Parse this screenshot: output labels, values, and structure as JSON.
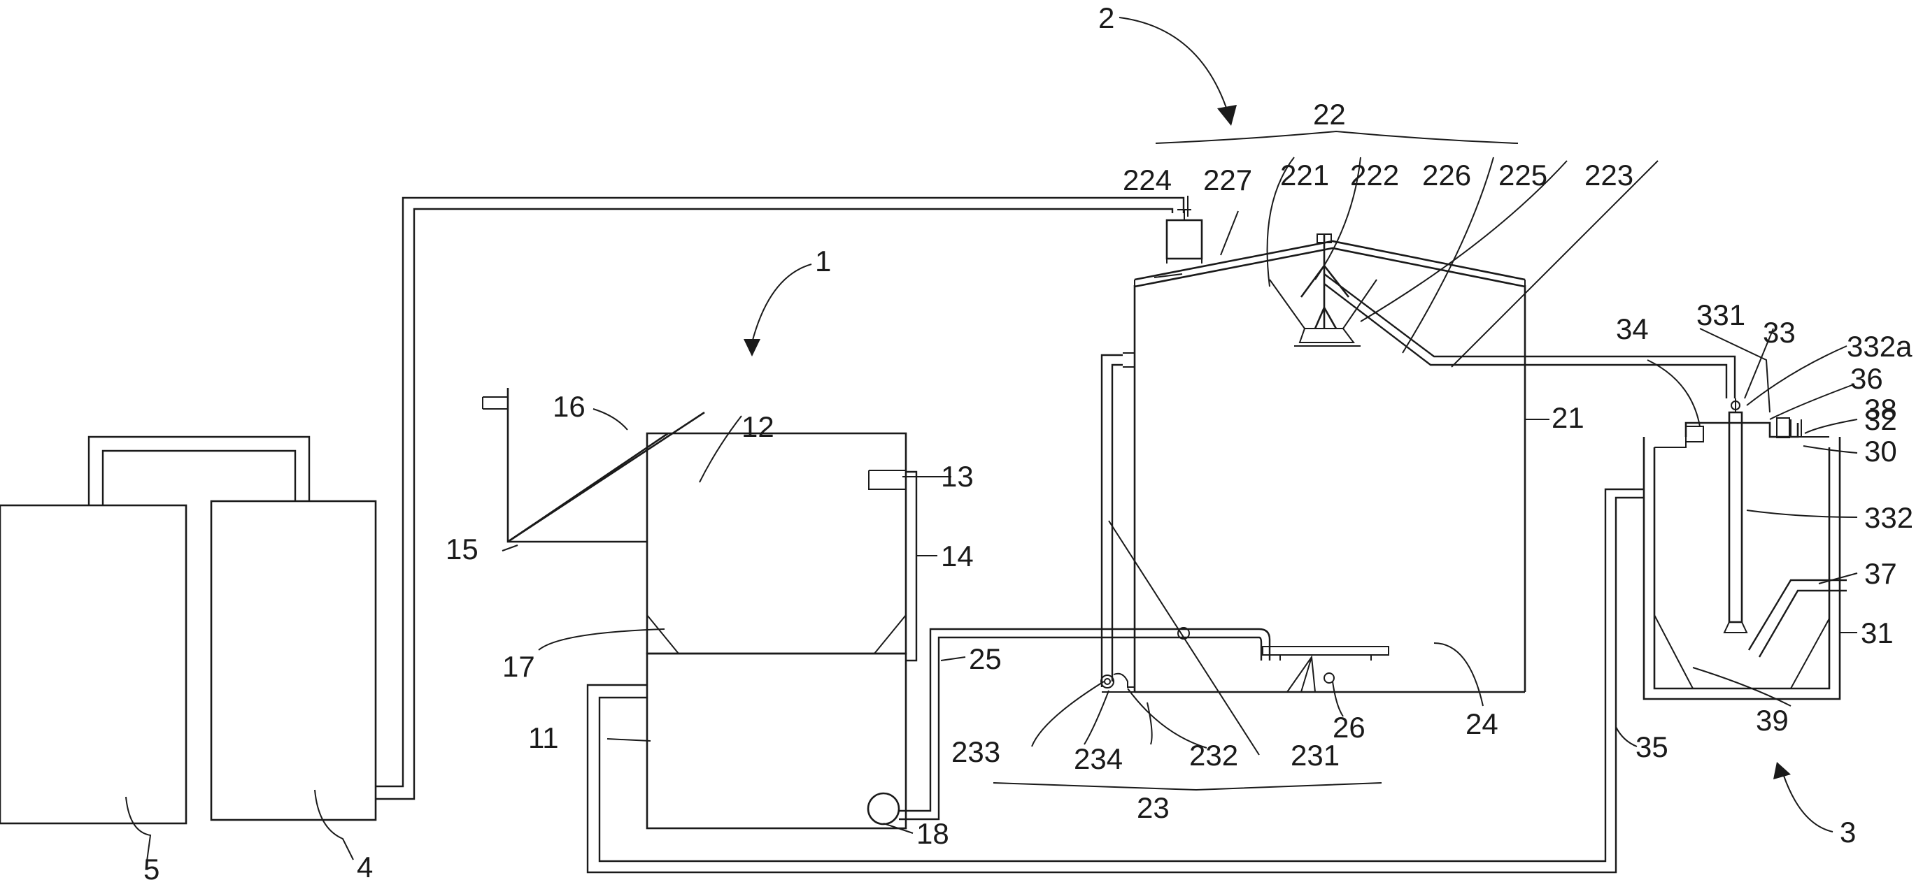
{
  "labels": {
    "l1": "1",
    "l2": "2",
    "l3": "3",
    "l4": "4",
    "l5": "5",
    "l11": "11",
    "l12": "12",
    "l13": "13",
    "l14": "14",
    "l15": "15",
    "l16": "16",
    "l17": "17",
    "l18": "18",
    "l21": "21",
    "l22": "22",
    "l23": "23",
    "l24": "24",
    "l25": "25",
    "l26": "26",
    "l221": "221",
    "l222": "222",
    "l223": "223",
    "l224": "224",
    "l225": "225",
    "l226": "226",
    "l227": "227",
    "l231": "231",
    "l232": "232",
    "l233": "233",
    "l234": "234",
    "l30": "30",
    "l31": "31",
    "l32": "32",
    "l33": "33",
    "l34": "34",
    "l35": "35",
    "l36": "36",
    "l37": "37",
    "l38": "38",
    "l39": "39",
    "l331": "331",
    "l332": "332",
    "l332a": "332a"
  }
}
